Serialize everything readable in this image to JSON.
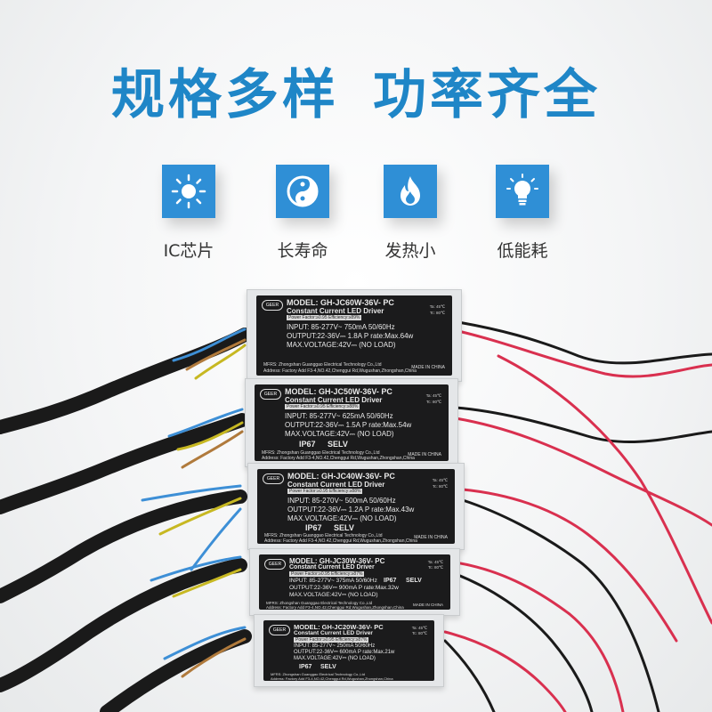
{
  "headline": {
    "part1": "规格多样",
    "part2": "功率齐全"
  },
  "features": [
    {
      "label": "IC芯片",
      "icon": "sun-icon"
    },
    {
      "label": "长寿命",
      "icon": "yin-yang-icon"
    },
    {
      "label": "发热小",
      "icon": "flame-icon"
    },
    {
      "label": "低能耗",
      "icon": "lightbulb-icon"
    }
  ],
  "accent_color": "#2f8fd6",
  "drivers": [
    {
      "logo": "GEER",
      "model": "MODEL: GH-JC60W-36V- PC",
      "subtitle": "Constant Current LED Driver",
      "power_factor": "Power Factor:≥0.95  Efficiency:≥89%",
      "input": "INPUT: 85-277V~  750mA 50/60Hz",
      "output": "OUTPUT:22-36V⎓  1.8A  P rate:Max.64w",
      "max_voltage": "MAX.VOLTAGE:42V⎓ (NO LOAD)",
      "mfrs": "MFRS: Zhongshan Guanggao Electrical Technology Co.,Ltd",
      "address": "Address: Factory Add F3-4,NO.42,Chenggui Rd,Wugushan,Zhongshan,China",
      "made": "MADE IN CHINA",
      "ta": "Ta: 45℃",
      "tc": "Tc: 80℃",
      "ip": "",
      "selv": ""
    },
    {
      "logo": "GEER",
      "model": "MODEL: GH-JC50W-36V- PC",
      "subtitle": "Constant Current LED Driver",
      "power_factor": "Power Factor:≥0.95  Efficiency:≥88%",
      "input": "INPUT: 85-277V~  625mA 50/60Hz",
      "output": "OUTPUT:22-36V⎓  1.5A  P rate:Max.54w",
      "max_voltage": "MAX.VOLTAGE:42V⎓ (NO LOAD)",
      "mfrs": "MFRS: Zhongshan Guanggao Electrical Technology Co.,Ltd",
      "address": "Address: Factory Add F3-4,NO.42,Chenggui Rd,Wugushan,Zhongshan,China",
      "made": "MADE IN CHINA",
      "ta": "Ta: 45℃",
      "tc": "Tc: 80℃",
      "ip": "IP67",
      "selv": "SELV"
    },
    {
      "logo": "GEER",
      "model": "MODEL: GH-JC40W-36V- PC",
      "subtitle": "Constant Current LED Driver",
      "power_factor": "Power Factor:≥0.95  Efficiency:≥88%",
      "input": "INPUT: 85-270V~  500mA 50/60Hz",
      "output": "OUTPUT:22-36V⎓  1.2A  P rate:Max.43w",
      "max_voltage": "MAX.VOLTAGE:42V⎓ (NO LOAD)",
      "mfrs": "MFRS: Zhongshan Guanggao Electrical Technology Co.,Ltd",
      "address": "Address: Factory Add F3-4,NO.42,Chenggui Rd,Wugushan,Zhongshan,China",
      "made": "MADE IN CHINA",
      "ta": "Ta: 45℃",
      "tc": "Tc: 80℃",
      "ip": "IP67",
      "selv": "SELV"
    },
    {
      "logo": "GEER",
      "model": "MODEL: GH-JC30W-36V- PC",
      "subtitle": "Constant Current LED Driver",
      "power_factor": "Power Factor:≥0.95  Efficiency:≥87%",
      "input": "INPUT: 85-277V~  375mA  50/60Hz",
      "output": "OUTPUT:22-36V⎓  900mA  P rate:Max.32w",
      "max_voltage": "MAX.VOLTAGE:42V⎓ (NO LOAD)",
      "mfrs": "MFRS: Zhongshan Guanggao Electrical Technology Co.,Ltd",
      "address": "Address: Factory Add F3-4,NO.42,Chenggui Rd,Wugushan,Zhongshan,China",
      "made": "MADE IN CHINA",
      "ta": "Ta: 45℃",
      "tc": "Tc: 80℃",
      "ip": "IP67",
      "selv": "SELV"
    },
    {
      "logo": "GEER",
      "model": "MODEL: GH-JC20W-36V- PC",
      "subtitle": "Constant Current LED Driver",
      "power_factor": "Power Factor:≥0.95  Efficiency:≥87%",
      "input": "INPUT: 85-277V~  250mA  50/60Hz",
      "output": "OUTPUT:22-36V⎓  600mA  P rate:Max.21w",
      "max_voltage": "MAX.VOLTAGE:42V⎓ (NO LOAD)",
      "mfrs": "MFRS: Zhongshan Guanggao Electrical Technology Co.,Ltd",
      "address": "Address: Factory Add F3-4,NO.42,Chenggui Rd,Wugushan,Zhongshan,China",
      "made": "MADE IN CHINA",
      "ta": "Ta: 45℃",
      "tc": "Tc: 80℃",
      "ip": "IP67",
      "selv": "SELV"
    }
  ]
}
